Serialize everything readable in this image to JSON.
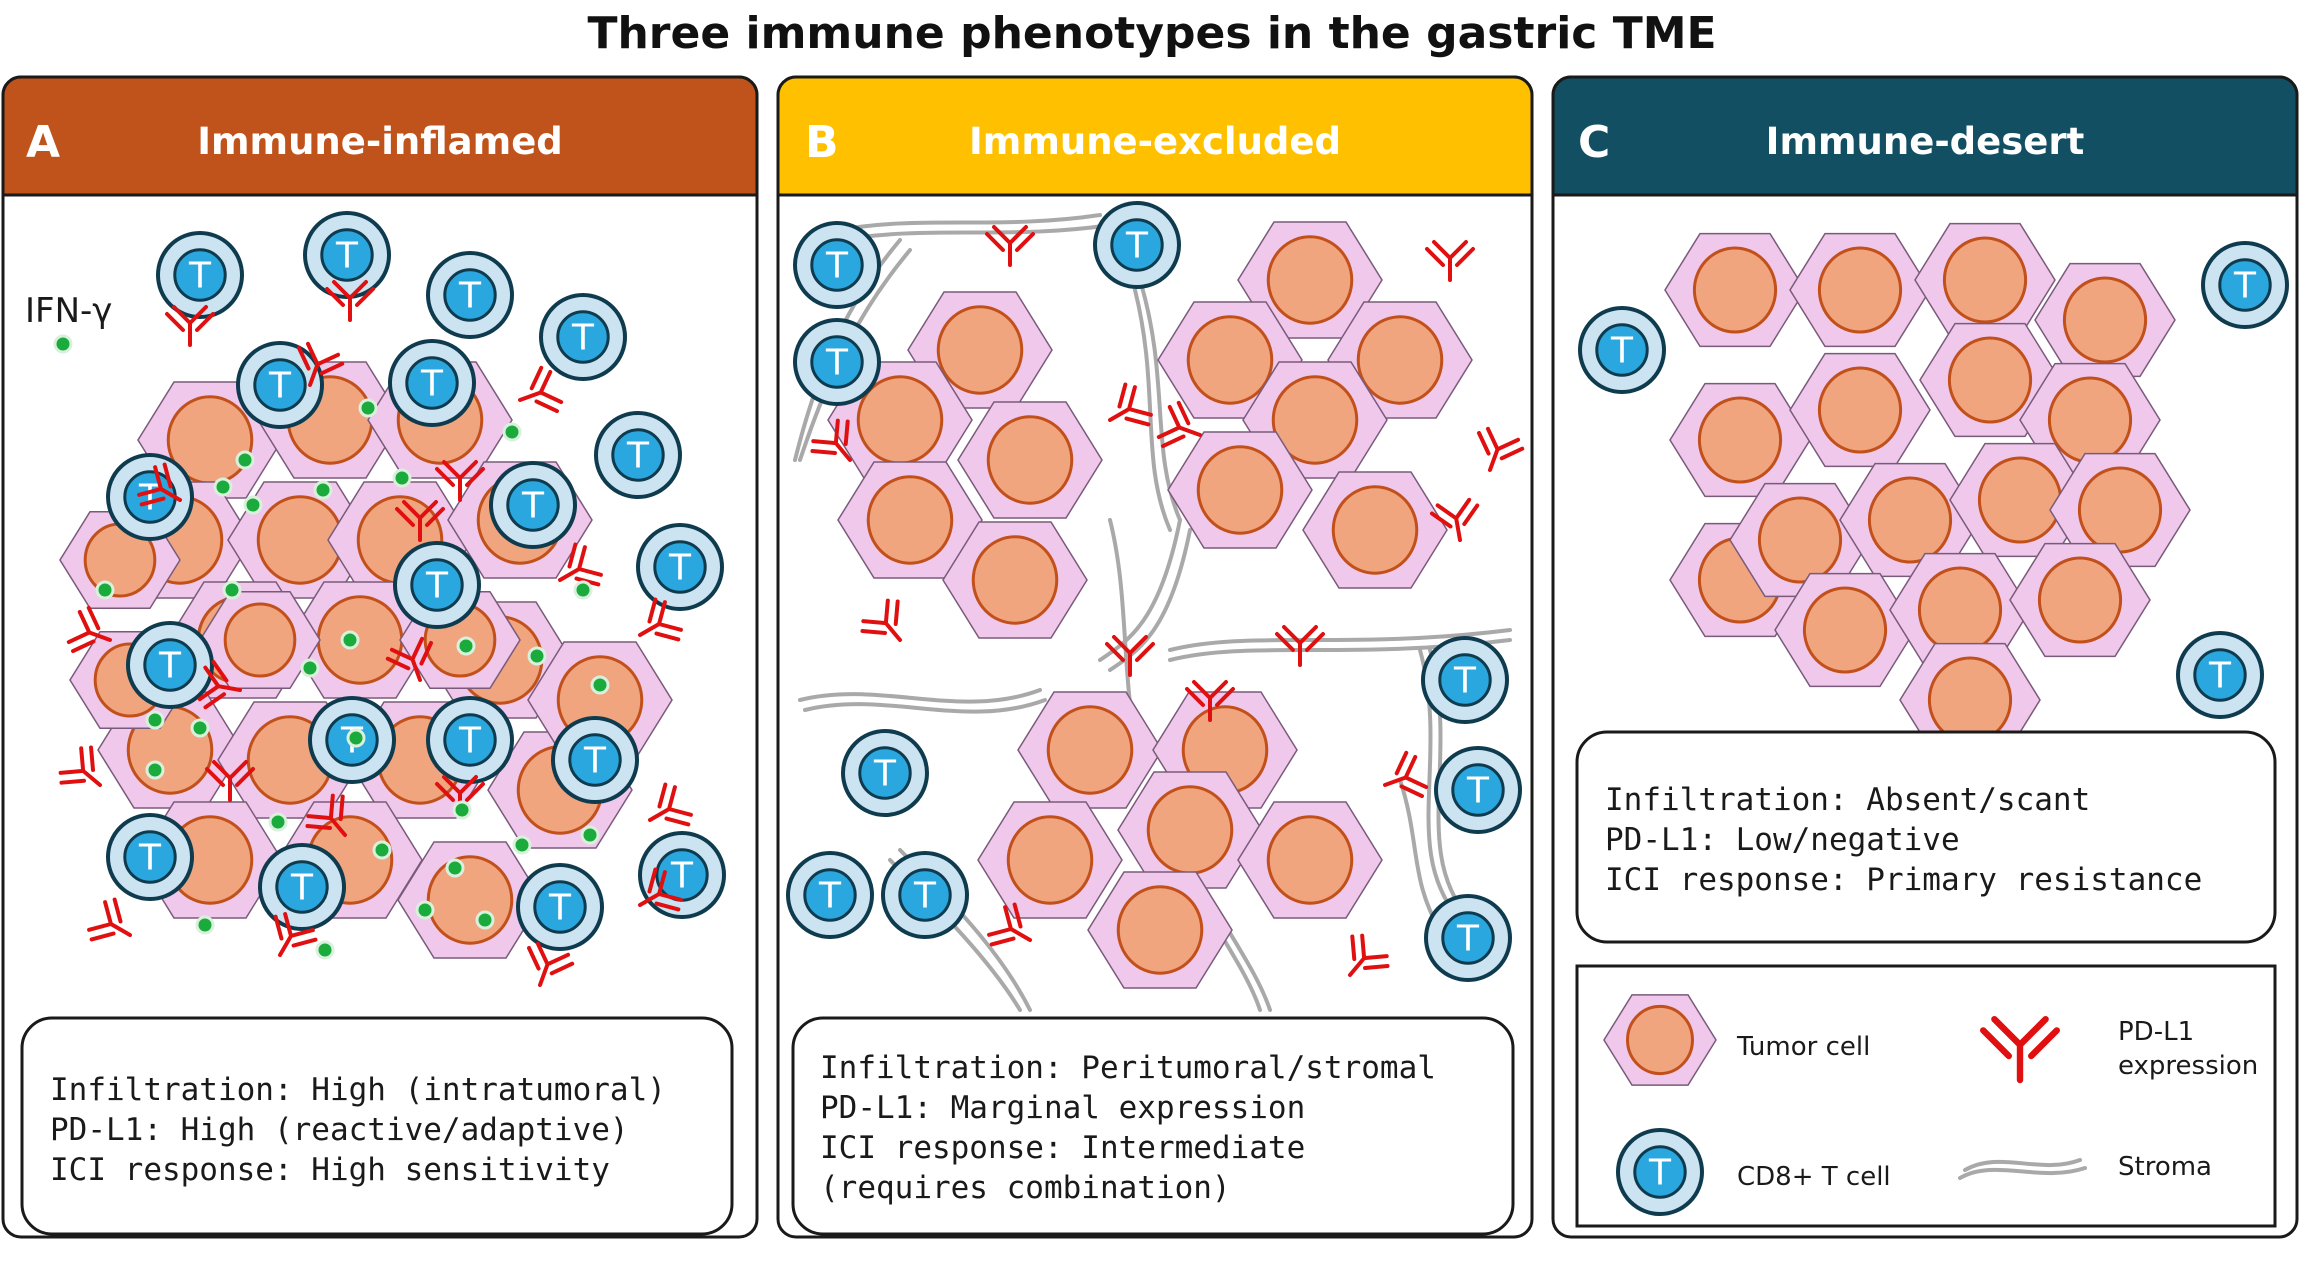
{
  "figure_title": "Three immune phenotypes in the gastric TME",
  "panels": [
    {
      "letter": "A",
      "title": "Immune-inflamed",
      "header_color": "#C0531B",
      "info": [
        "Infiltration: High (intratumoral)",
        "PD-L1: High (reactive/adaptive)",
        "ICI response: High sensitivity"
      ]
    },
    {
      "letter": "B",
      "title": "Immune-excluded",
      "header_color": "#FFC000",
      "info": [
        "Infiltration: Peritumoral/stromal",
        "PD-L1: Marginal expression",
        "ICI response: Intermediate",
        "(requires combination)"
      ]
    },
    {
      "letter": "C",
      "title": "Immune-desert",
      "header_color": "#124F63",
      "info": [
        "Infiltration: Absent/scant",
        "PD-L1: Low/negative",
        "ICI response: Primary resistance"
      ]
    }
  ],
  "ifn_label": "IFN-γ",
  "t_cell_letter": "T",
  "legend": {
    "tumor_cell": "Tumor cell",
    "pdl1_line1": "PD-L1",
    "pdl1_line2": "expression",
    "t_cell": "CD8+ T cell",
    "stroma": "Stroma"
  },
  "colors": {
    "tumor_fill": "#EFC8EB",
    "tumor_stroke": "#7A5A7A",
    "nucleus_fill": "#F0A57F",
    "nucleus_stroke": "#C2501A",
    "tcell_outer": "#CCE3F2",
    "tcell_inner": "#2BA7DF",
    "tcell_stroke": "#0F3B4F",
    "pdl1": "#E01010",
    "ifn": "#1BAA3C",
    "stroma": "#A9A9A9"
  }
}
